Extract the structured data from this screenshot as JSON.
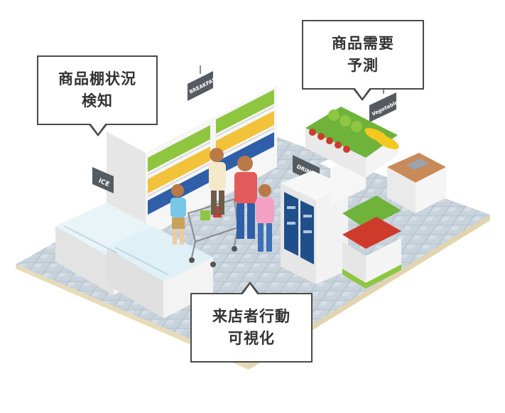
{
  "callouts": {
    "shelf": {
      "line1": "商品棚状況",
      "line2": "検知"
    },
    "demand": {
      "line1": "商品需要",
      "line2": "予測"
    },
    "behavior": {
      "line1": "来店者行動",
      "line2": "可視化"
    }
  },
  "signs": {
    "breakfast": "BREAKFAST",
    "ice": "ICE",
    "drinks": "DRINKS",
    "vegetable": "Vegetable"
  },
  "colors": {
    "floor_tile": "#c9d3dc",
    "floor_edge": "#f0e6c8",
    "shelf_white": "#f3f3f3",
    "accent_green": "#8ec640",
    "callout_border": "#4a4a4a",
    "sign_dark": "#555b61"
  }
}
